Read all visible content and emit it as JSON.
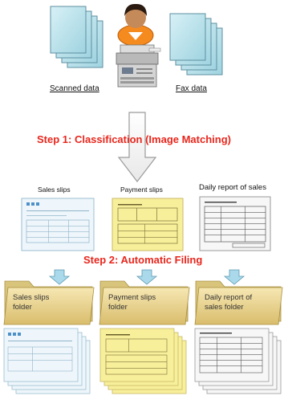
{
  "sources": {
    "scanned_label": "Scanned data",
    "fax_label": "Fax data"
  },
  "steps": {
    "step1": "Step 1: Classification (Image Matching)",
    "step2": "Step 2: Automatic Filing"
  },
  "documents": [
    {
      "label": "Sales slips",
      "color": "#eef6fb"
    },
    {
      "label": "Payment slips",
      "color": "#f8ef9a"
    },
    {
      "label": "Daily report of sales",
      "color": "#f4f4f4"
    }
  ],
  "folders": [
    {
      "label_line1": "Sales slips",
      "label_line2": "folder"
    },
    {
      "label_line1": "Payment slips",
      "label_line2": "folder"
    },
    {
      "label_line1": "Daily report of",
      "label_line2": "sales folder"
    }
  ],
  "colors": {
    "step_text": "#e8261c",
    "paper_stack": "#bfe6ee",
    "folder": "#ead58f",
    "small_arrow": "#a9d9ea"
  }
}
